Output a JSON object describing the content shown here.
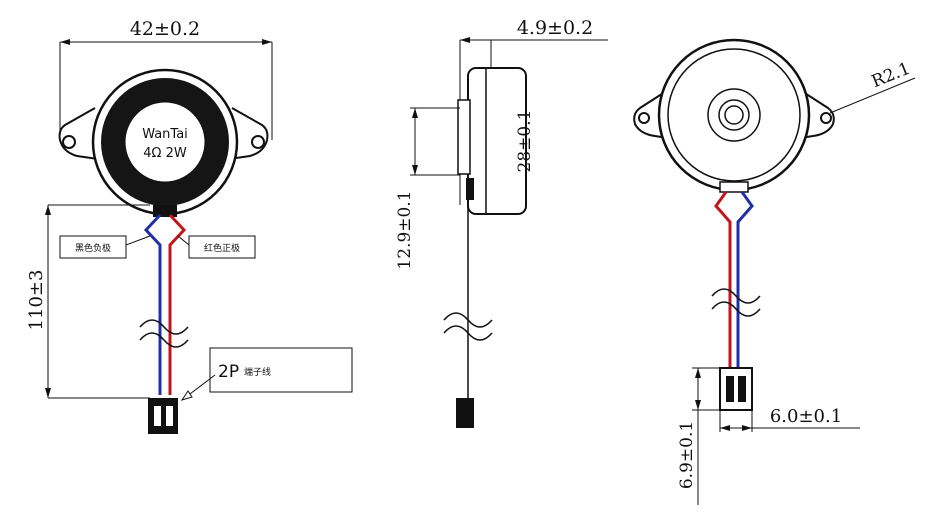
{
  "front_view": {
    "width_dim": "42±0.2",
    "brand": "WanTai",
    "rating": "4Ω 2W",
    "length_dim": "110±3",
    "label_left": "黑色负极",
    "label_right": "红色正极",
    "connector_label": "2P",
    "connector_suffix": "端子线"
  },
  "side_view": {
    "thickness_dim": "4.9±0.2",
    "diameter_dim": "28±0.1",
    "height_dim": "12.9±0.1"
  },
  "back_view": {
    "radius_dim": "R2.1",
    "connector_width_dim": "6.0±0.1",
    "connector_height_dim": "6.9±0.1"
  },
  "colors": {
    "wire_red": "#c0161c",
    "wire_blue": "#1f2fa8",
    "outline": "#111111"
  }
}
